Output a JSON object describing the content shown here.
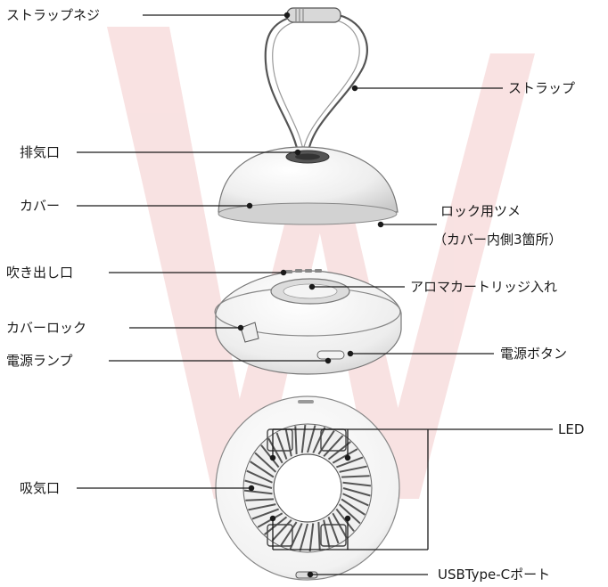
{
  "labels": {
    "strap_screw": "ストラップネジ",
    "strap": "ストラップ",
    "exhaust_port": "排気口",
    "cover": "カバー",
    "lock_claw_line1": "ロック用ツメ",
    "lock_claw_line2": "（カバー内側3箇所）",
    "air_outlet": "吹き出し口",
    "aroma_cartridge": "アロマカートリッジ入れ",
    "cover_lock": "カバーロック",
    "power_lamp": "電源ランプ",
    "power_button": "電源ボタン",
    "led": "LED",
    "intake_port": "吸気口",
    "usb_port": "USBType-Cポート"
  },
  "colors": {
    "line": "#1a1a1a",
    "part_stroke": "#444444",
    "watermark": "#f7dede"
  }
}
